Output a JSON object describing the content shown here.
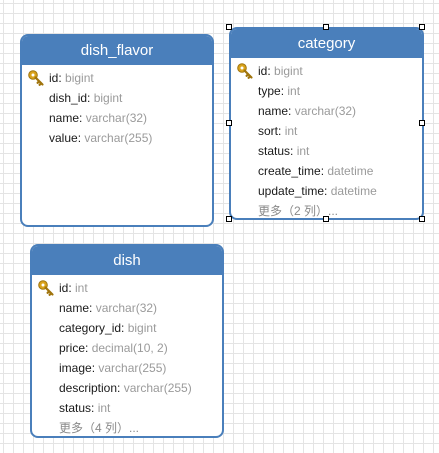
{
  "entities": {
    "dish_flavor": {
      "title": "dish_flavor",
      "fields": [
        {
          "name": "id",
          "type": "bigint",
          "pk": true
        },
        {
          "name": "dish_id",
          "type": "bigint"
        },
        {
          "name": "name",
          "type": "varchar(32)"
        },
        {
          "name": "value",
          "type": "varchar(255)"
        }
      ]
    },
    "category": {
      "title": "category",
      "fields": [
        {
          "name": "id",
          "type": "bigint",
          "pk": true
        },
        {
          "name": "type",
          "type": "int"
        },
        {
          "name": "name",
          "type": "varchar(32)"
        },
        {
          "name": "sort",
          "type": "int"
        },
        {
          "name": "status",
          "type": "int"
        },
        {
          "name": "create_time",
          "type": "datetime"
        },
        {
          "name": "update_time",
          "type": "datetime"
        }
      ],
      "more": "更多（2 列）..."
    },
    "dish": {
      "title": "dish",
      "fields": [
        {
          "name": "id",
          "type": "int",
          "pk": true
        },
        {
          "name": "name",
          "type": "varchar(32)"
        },
        {
          "name": "category_id",
          "type": "bigint"
        },
        {
          "name": "price",
          "type": "decimal(10, 2)"
        },
        {
          "name": "image",
          "type": "varchar(255)"
        },
        {
          "name": "description",
          "type": "varchar(255)"
        },
        {
          "name": "status",
          "type": "int"
        }
      ],
      "more": "更多（4 列）..."
    }
  },
  "colors": {
    "header": "#4a7fbb",
    "key_icon": "#d9a31a"
  }
}
